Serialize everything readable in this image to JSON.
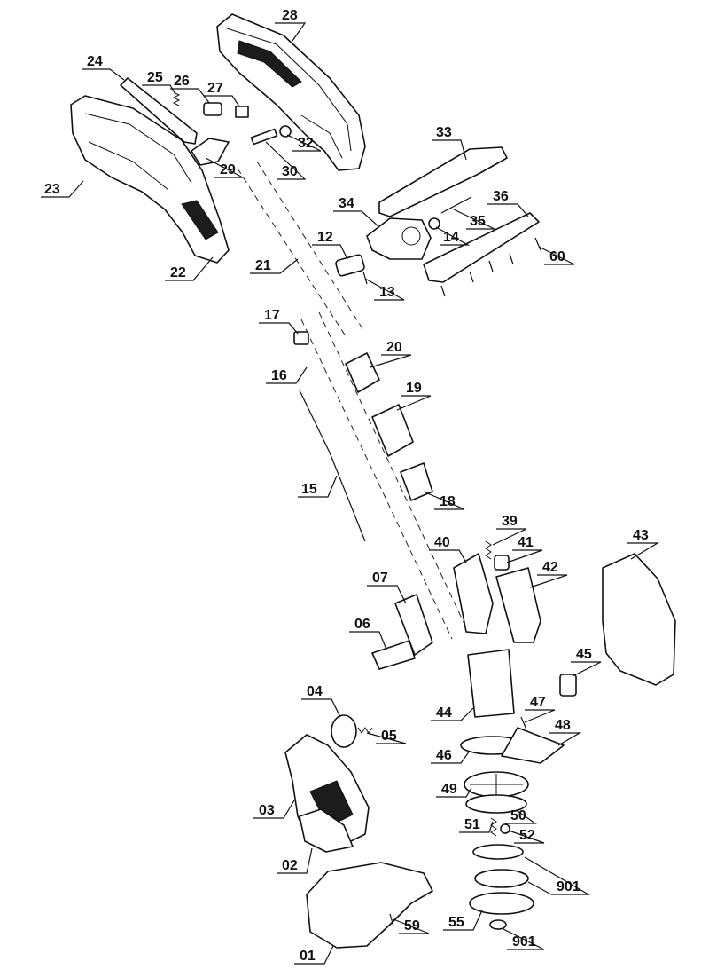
{
  "diagram": {
    "labels": [
      "28",
      "24",
      "25",
      "26",
      "27",
      "32",
      "29",
      "30",
      "23",
      "22",
      "33",
      "34",
      "35",
      "36",
      "14",
      "60",
      "12",
      "13",
      "21",
      "17",
      "20",
      "16",
      "19",
      "15",
      "18",
      "39",
      "40",
      "41",
      "43",
      "07",
      "42",
      "06",
      "45",
      "04",
      "44",
      "47",
      "05",
      "48",
      "46",
      "03",
      "49",
      "50",
      "51",
      "52",
      "02",
      "901",
      "59",
      "55",
      "01"
    ]
  }
}
